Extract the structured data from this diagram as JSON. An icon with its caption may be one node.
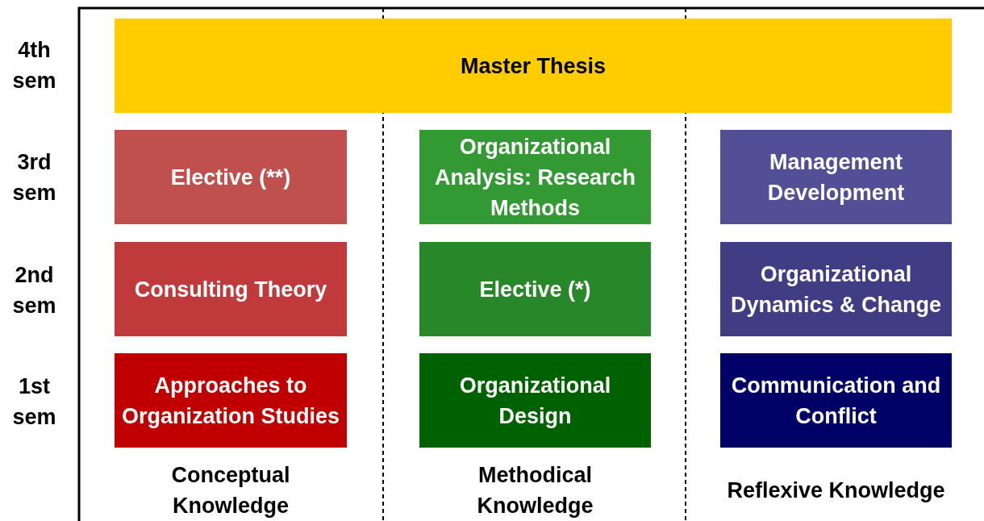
{
  "diagram": {
    "nodes": [
      {
        "text": [
          "Master Thesis"
        ]
      },
      {
        "text": [
          "Elective (**)"
        ]
      },
      {
        "text": [
          "Organizational Analysis: Research Methods"
        ]
      },
      {
        "text": [
          "Management Development"
        ]
      },
      {
        "text": [
          "Consulting Theory"
        ]
      },
      {
        "text": [
          "Elective (*)"
        ]
      },
      {
        "text": [
          "Organizational Dynamics & Change"
        ]
      },
      {
        "text": [
          "Approaches to Organization Studies"
        ]
      },
      {
        "text": [
          "Organizational Design"
        ]
      },
      {
        "text": [
          "Communication and Conflict"
        ]
      }
    ],
    "labels": [
      "4th sem",
      "3rd sem",
      "2nd sem",
      "1st sem",
      "Conceptual Knowledge",
      "Methodical Knowledge",
      "Reflexive Knowledge"
    ]
  }
}
